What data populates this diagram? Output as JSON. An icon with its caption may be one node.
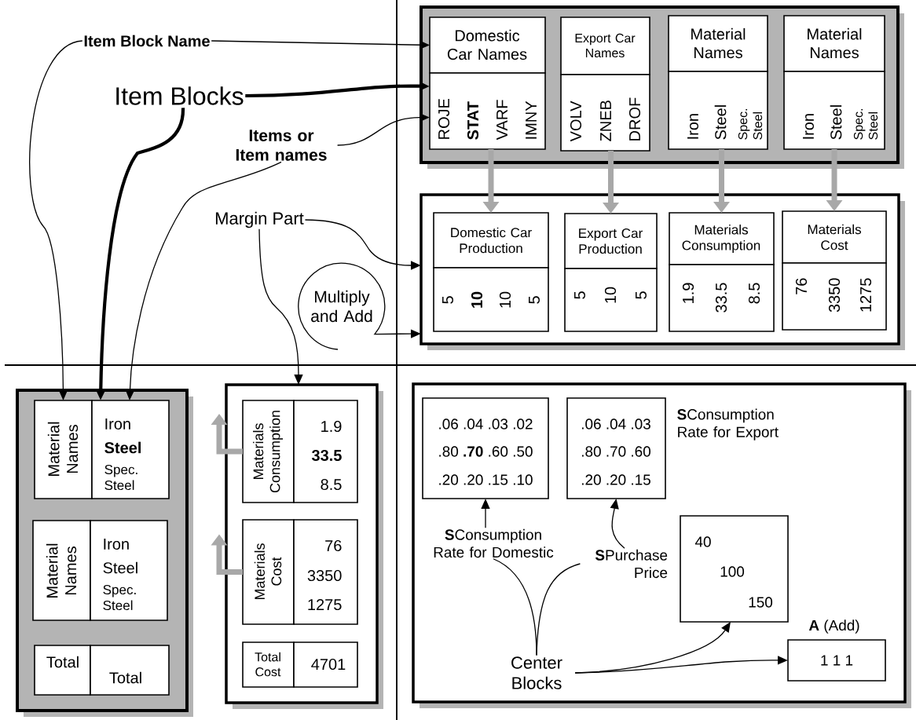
{
  "diagram": {
    "nodes": [
      {
        "text": [
          "Item Block Name"
        ]
      },
      {
        "text": [
          "Item Blocks"
        ]
      },
      {
        "text": [
          "Items or Item names"
        ]
      },
      {
        "text": [
          "Margin Part"
        ]
      },
      {
        "text": [
          "Multiply and Add"
        ]
      },
      {
        "text": [],
        "shape": "box"
      },
      {
        "text": [
          "Domestic Car Names"
        ],
        "in": 5
      },
      {
        "text": [
          "ROJE",
          "STAT",
          "VARF",
          "IMNY"
        ],
        "in": 5
      },
      {
        "text": [
          "Export Car Names"
        ],
        "in": 5
      },
      {
        "text": [
          "VOLV",
          "ZNEB",
          "DROF"
        ],
        "in": 5
      },
      {
        "text": [
          "Material Names"
        ],
        "in": 5
      },
      {
        "text": [
          "Iron",
          "Steel",
          "Spec. Steel"
        ],
        "in": 5
      },
      {
        "text": [
          "Material Names"
        ],
        "in": 5
      },
      {
        "text": [
          "Iron",
          "Steel",
          "Spec. Steel"
        ],
        "in": 5
      },
      {
        "text": [],
        "shape": "box"
      },
      {
        "text": [
          "Domestic Car Production"
        ],
        "in": 14
      },
      {
        "text": [
          "5",
          "10",
          "10",
          "5"
        ],
        "in": 14
      },
      {
        "text": [
          "Export Car Production"
        ],
        "in": 14
      },
      {
        "text": [
          "5",
          "10",
          "5"
        ],
        "in": 14
      },
      {
        "text": [
          "Materials Consumption"
        ],
        "in": 14
      },
      {
        "text": [
          "1.9",
          "33.5",
          "8.5"
        ],
        "in": 14
      },
      {
        "text": [
          "Materials Cost"
        ],
        "in": 14
      },
      {
        "text": [
          "76",
          "3350",
          "1275"
        ],
        "in": 14
      },
      {
        "text": [],
        "shape": "box"
      },
      {
        "text": [
          "Material Names"
        ],
        "in": 23
      },
      {
        "text": [
          "Iron",
          "Steel",
          "Spec. Steel"
        ],
        "in": 23
      },
      {
        "text": [
          "Material Names"
        ],
        "in": 23
      },
      {
        "text": [
          "Iron",
          "Steel",
          "Spec. Steel"
        ],
        "in": 23
      },
      {
        "text": [
          "Total"
        ],
        "in": 23
      },
      {
        "text": [
          "Total"
        ],
        "in": 23
      },
      {
        "text": [],
        "shape": "box"
      },
      {
        "text": [
          "Materials Consumption"
        ],
        "in": 30
      },
      {
        "text": [
          "1.9",
          "33.5",
          "8.5"
        ],
        "in": 30
      },
      {
        "text": [
          "Materials Cost"
        ],
        "in": 30
      },
      {
        "text": [
          "76",
          "3350",
          "1275"
        ],
        "in": 30
      },
      {
        "text": [
          "Total Cost"
        ],
        "in": 30
      },
      {
        "text": [
          "4701"
        ],
        "in": 30
      },
      {
        "text": [],
        "shape": "box"
      },
      {
        "text": [
          ".06 .04 .03 .02",
          ".80 **.70** .60 .50",
          ".20 .20 .15 .10"
        ],
        "in": 37
      },
      {
        "text": [
          ".06 .04 .03",
          ".80 .70 .60",
          ".20 .20 .15"
        ],
        "in": 37,
        "beside": [
          "**S**Consumption Rate for Export"
        ]
      },
      {
        "text": [
          "40",
          "100",
          "150"
        ],
        "in": 37
      },
      {
        "text": [
          "1 1 1"
        ],
        "in": 37,
        "beside": [
          "**A** (Add)"
        ]
      },
      {
        "text": [
          "**S**Consumption Rate for Domestic"
        ],
        "in": 37
      },
      {
        "text": [
          "**S**Purchase Price"
        ],
        "in": 37
      },
      {
        "text": [
          "Center Blocks"
        ],
        "in": 37
      }
    ],
    "edges": [
      {
        "from": 0,
        "to": 6,
        "arrow": "to"
      },
      {
        "from": 0,
        "to": 24,
        "arrow": "to"
      },
      {
        "from": 1,
        "to": 7,
        "arrow": "to",
        "style": "thick"
      },
      {
        "from": 1,
        "to": 25,
        "arrow": "to",
        "style": "thick"
      },
      {
        "from": 2,
        "to": 7,
        "arrow": "to"
      },
      {
        "from": 2,
        "to": 25,
        "arrow": "to"
      },
      {
        "from": 3,
        "to": 14,
        "arrow": "to"
      },
      {
        "from": 3,
        "to": 30,
        "arrow": "to"
      },
      {
        "from": 4,
        "to": 14,
        "arrow": "to"
      },
      {
        "from": 7,
        "to": 15,
        "arrow": "to",
        "style": "thick",
        "color": "#a8a8a8"
      },
      {
        "from": 9,
        "to": 17,
        "arrow": "to",
        "style": "thick",
        "color": "#a8a8a8"
      },
      {
        "from": 11,
        "to": 19,
        "arrow": "to",
        "style": "thick",
        "color": "#a8a8a8"
      },
      {
        "from": 13,
        "to": 21,
        "arrow": "to",
        "style": "thick",
        "color": "#a8a8a8"
      },
      {
        "from": 31,
        "to": null,
        "arrow": "to",
        "style": "thick",
        "color": "#a8a8a8"
      },
      {
        "from": 33,
        "to": null,
        "arrow": "to",
        "style": "thick",
        "color": "#a8a8a8"
      },
      {
        "from": 42,
        "to": 38,
        "arrow": "to"
      },
      {
        "from": 43,
        "to": 39,
        "arrow": "to"
      },
      {
        "from": 44,
        "to": 42,
        "arrow": "none"
      },
      {
        "from": 44,
        "to": 43,
        "arrow": "none"
      },
      {
        "from": 44,
        "to": 40,
        "arrow": "to"
      },
      {
        "from": 44,
        "to": 41,
        "arrow": "to"
      }
    ]
  }
}
